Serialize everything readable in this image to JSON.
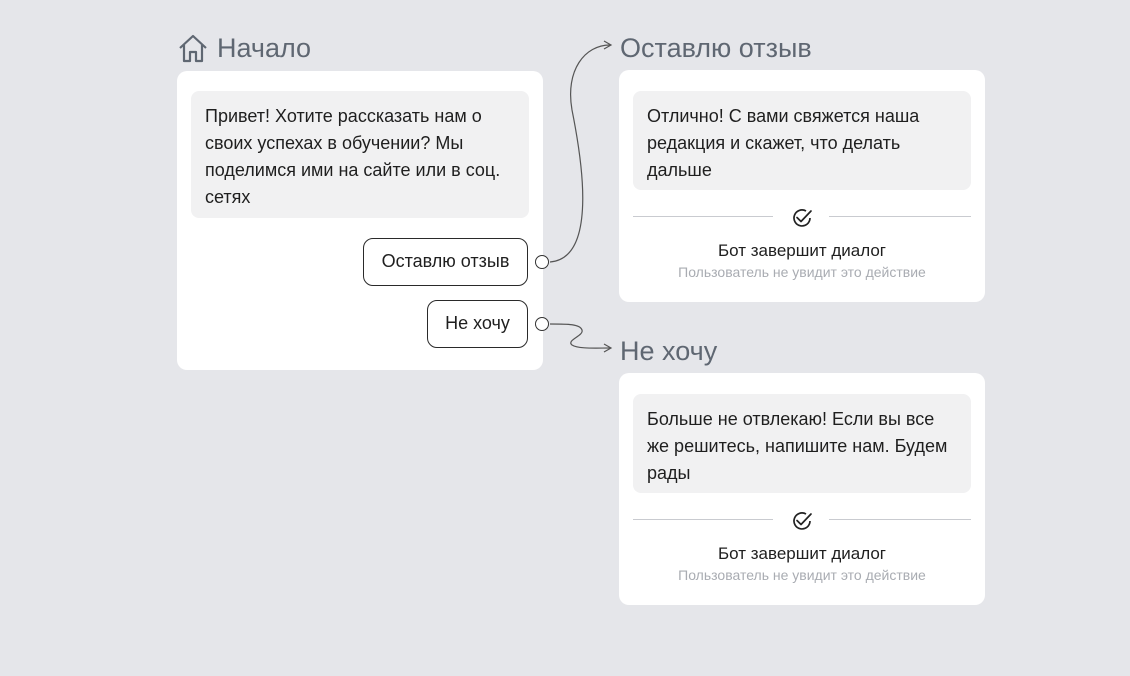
{
  "start_node": {
    "title": "Начало",
    "icon": "home-icon",
    "message": "Привет! Хотите рассказать нам о своих успехах в обучении? Мы поделимся ими на сайте или в соц. сетях",
    "buttons": [
      {
        "label": "Оставлю отзыв"
      },
      {
        "label": "Не хочу"
      }
    ]
  },
  "node_review": {
    "title": "Оставлю отзыв",
    "message": "Отлично! С вами свяжется наша редакция и скажет, что делать дальше",
    "end_title": "Бот завершит диалог",
    "end_subtitle": "Пользователь не увидит это действие",
    "icon": "check-circle-icon"
  },
  "node_decline": {
    "title": "Не хочу",
    "message": "Больше не отвлекаю! Если вы все же решитесь, напишите нам. Будем рады",
    "end_title": "Бот завершит диалог",
    "end_subtitle": "Пользователь не увидит это действие",
    "icon": "check-circle-icon"
  },
  "colors": {
    "background": "#e5e6ea",
    "card": "#ffffff",
    "bubble": "#f1f1f2",
    "title": "#5f6772",
    "muted": "#a9acb2"
  }
}
